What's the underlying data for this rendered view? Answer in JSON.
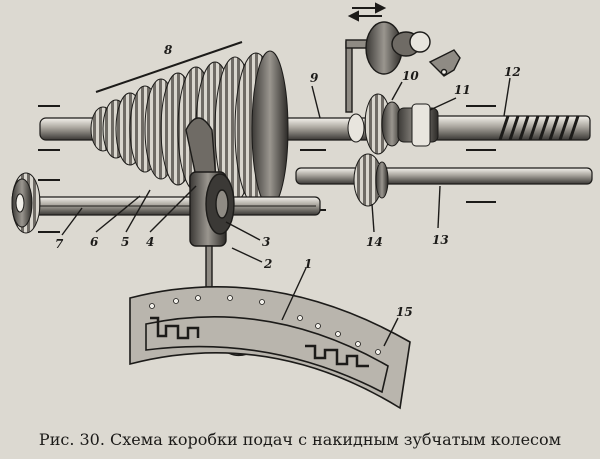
{
  "figure": {
    "caption": "Рис. 30. Схема коробки подач с накидным зубчатым колесом",
    "labels": {
      "n1": "1",
      "n2": "2",
      "n3": "3",
      "n4": "4",
      "n5": "5",
      "n6": "6",
      "n7": "7",
      "n8": "8",
      "n9": "9",
      "n10": "10",
      "n11": "11",
      "n12": "12",
      "n13": "13",
      "n14": "14",
      "n15": "15"
    },
    "colors": {
      "ink": "#1c1b19",
      "paper": "#dcd9d1",
      "metal": "#8f8b84",
      "dark": "#2e2c29"
    }
  }
}
